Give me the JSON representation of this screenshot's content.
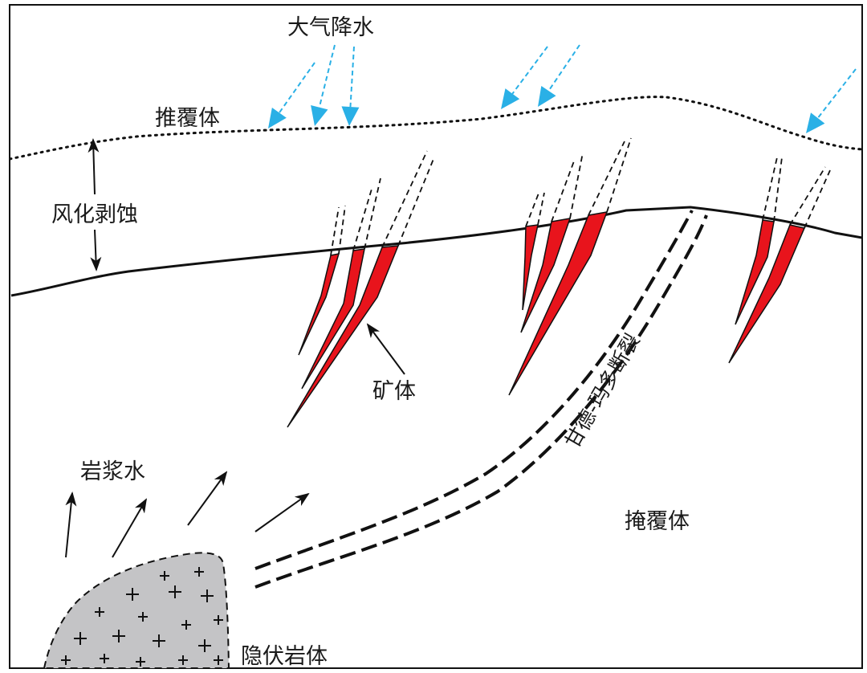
{
  "labels": {
    "precipitation": "大气降水",
    "thrust_nappe": "推覆体",
    "weathering": "风化剥蚀",
    "ore_body": "矿体",
    "fault": "甘德-玛多断裂",
    "magmatic_water": "岩浆水",
    "cover": "掩覆体",
    "concealed_intrusion": "隐伏岩体"
  },
  "colors": {
    "ore": "#e8141c",
    "rain_arrow": "#2ab0e6",
    "intrusion": "#c4c4c6",
    "line": "#111111"
  }
}
